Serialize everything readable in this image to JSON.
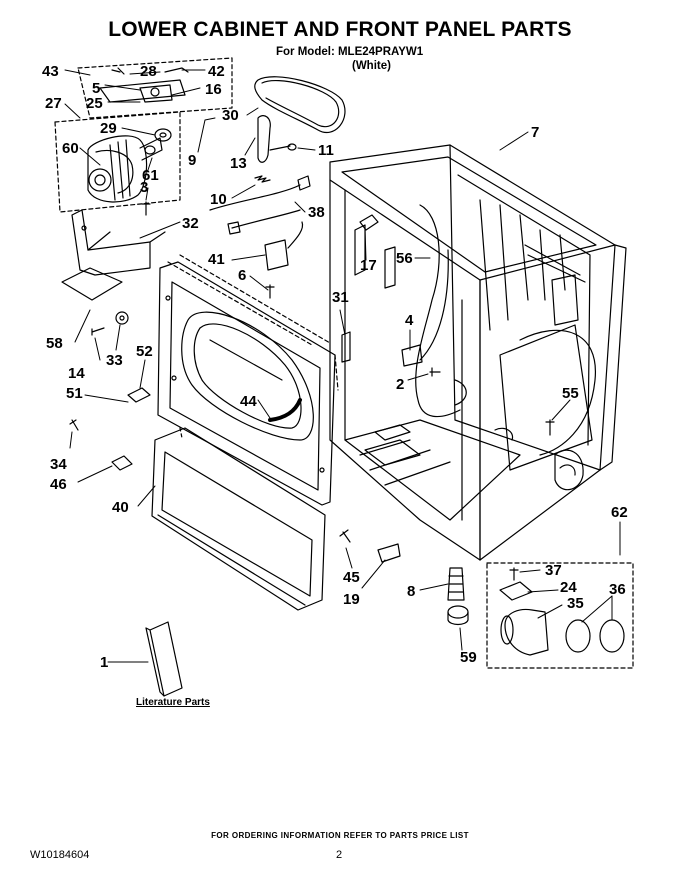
{
  "header": {
    "title": "LOWER CABINET AND FRONT PANEL PARTS",
    "model_line": "For Model: MLE24PRAYW1",
    "color_line": "(White)"
  },
  "callouts": {
    "c43": "43",
    "c28": "28",
    "c42": "42",
    "c5": "5",
    "c16": "16",
    "c25": "25",
    "c27": "27",
    "c29": "29",
    "c60": "60",
    "c61": "61",
    "c9": "9",
    "c30": "30",
    "c13": "13",
    "c11": "11",
    "c7": "7",
    "c3": "3",
    "c10": "10",
    "c38": "38",
    "c32": "32",
    "c41": "41",
    "c17": "17",
    "c56": "56",
    "c6": "6",
    "c31": "31",
    "c4": "4",
    "c58": "58",
    "c33": "33",
    "c14": "14",
    "c52": "52",
    "c51": "51",
    "c2": "2",
    "c55": "55",
    "c44": "44",
    "c34": "34",
    "c46": "46",
    "c40": "40",
    "c62": "62",
    "c45": "45",
    "c19": "19",
    "c8": "8",
    "c37": "37",
    "c24": "24",
    "c36": "36",
    "c35": "35",
    "c59": "59",
    "c1": "1"
  },
  "literature_label": "Literature Parts",
  "footer": {
    "ordering_note": "FOR ORDERING INFORMATION REFER TO PARTS PRICE LIST",
    "doc_number": "W10184604",
    "page_number": "2"
  }
}
